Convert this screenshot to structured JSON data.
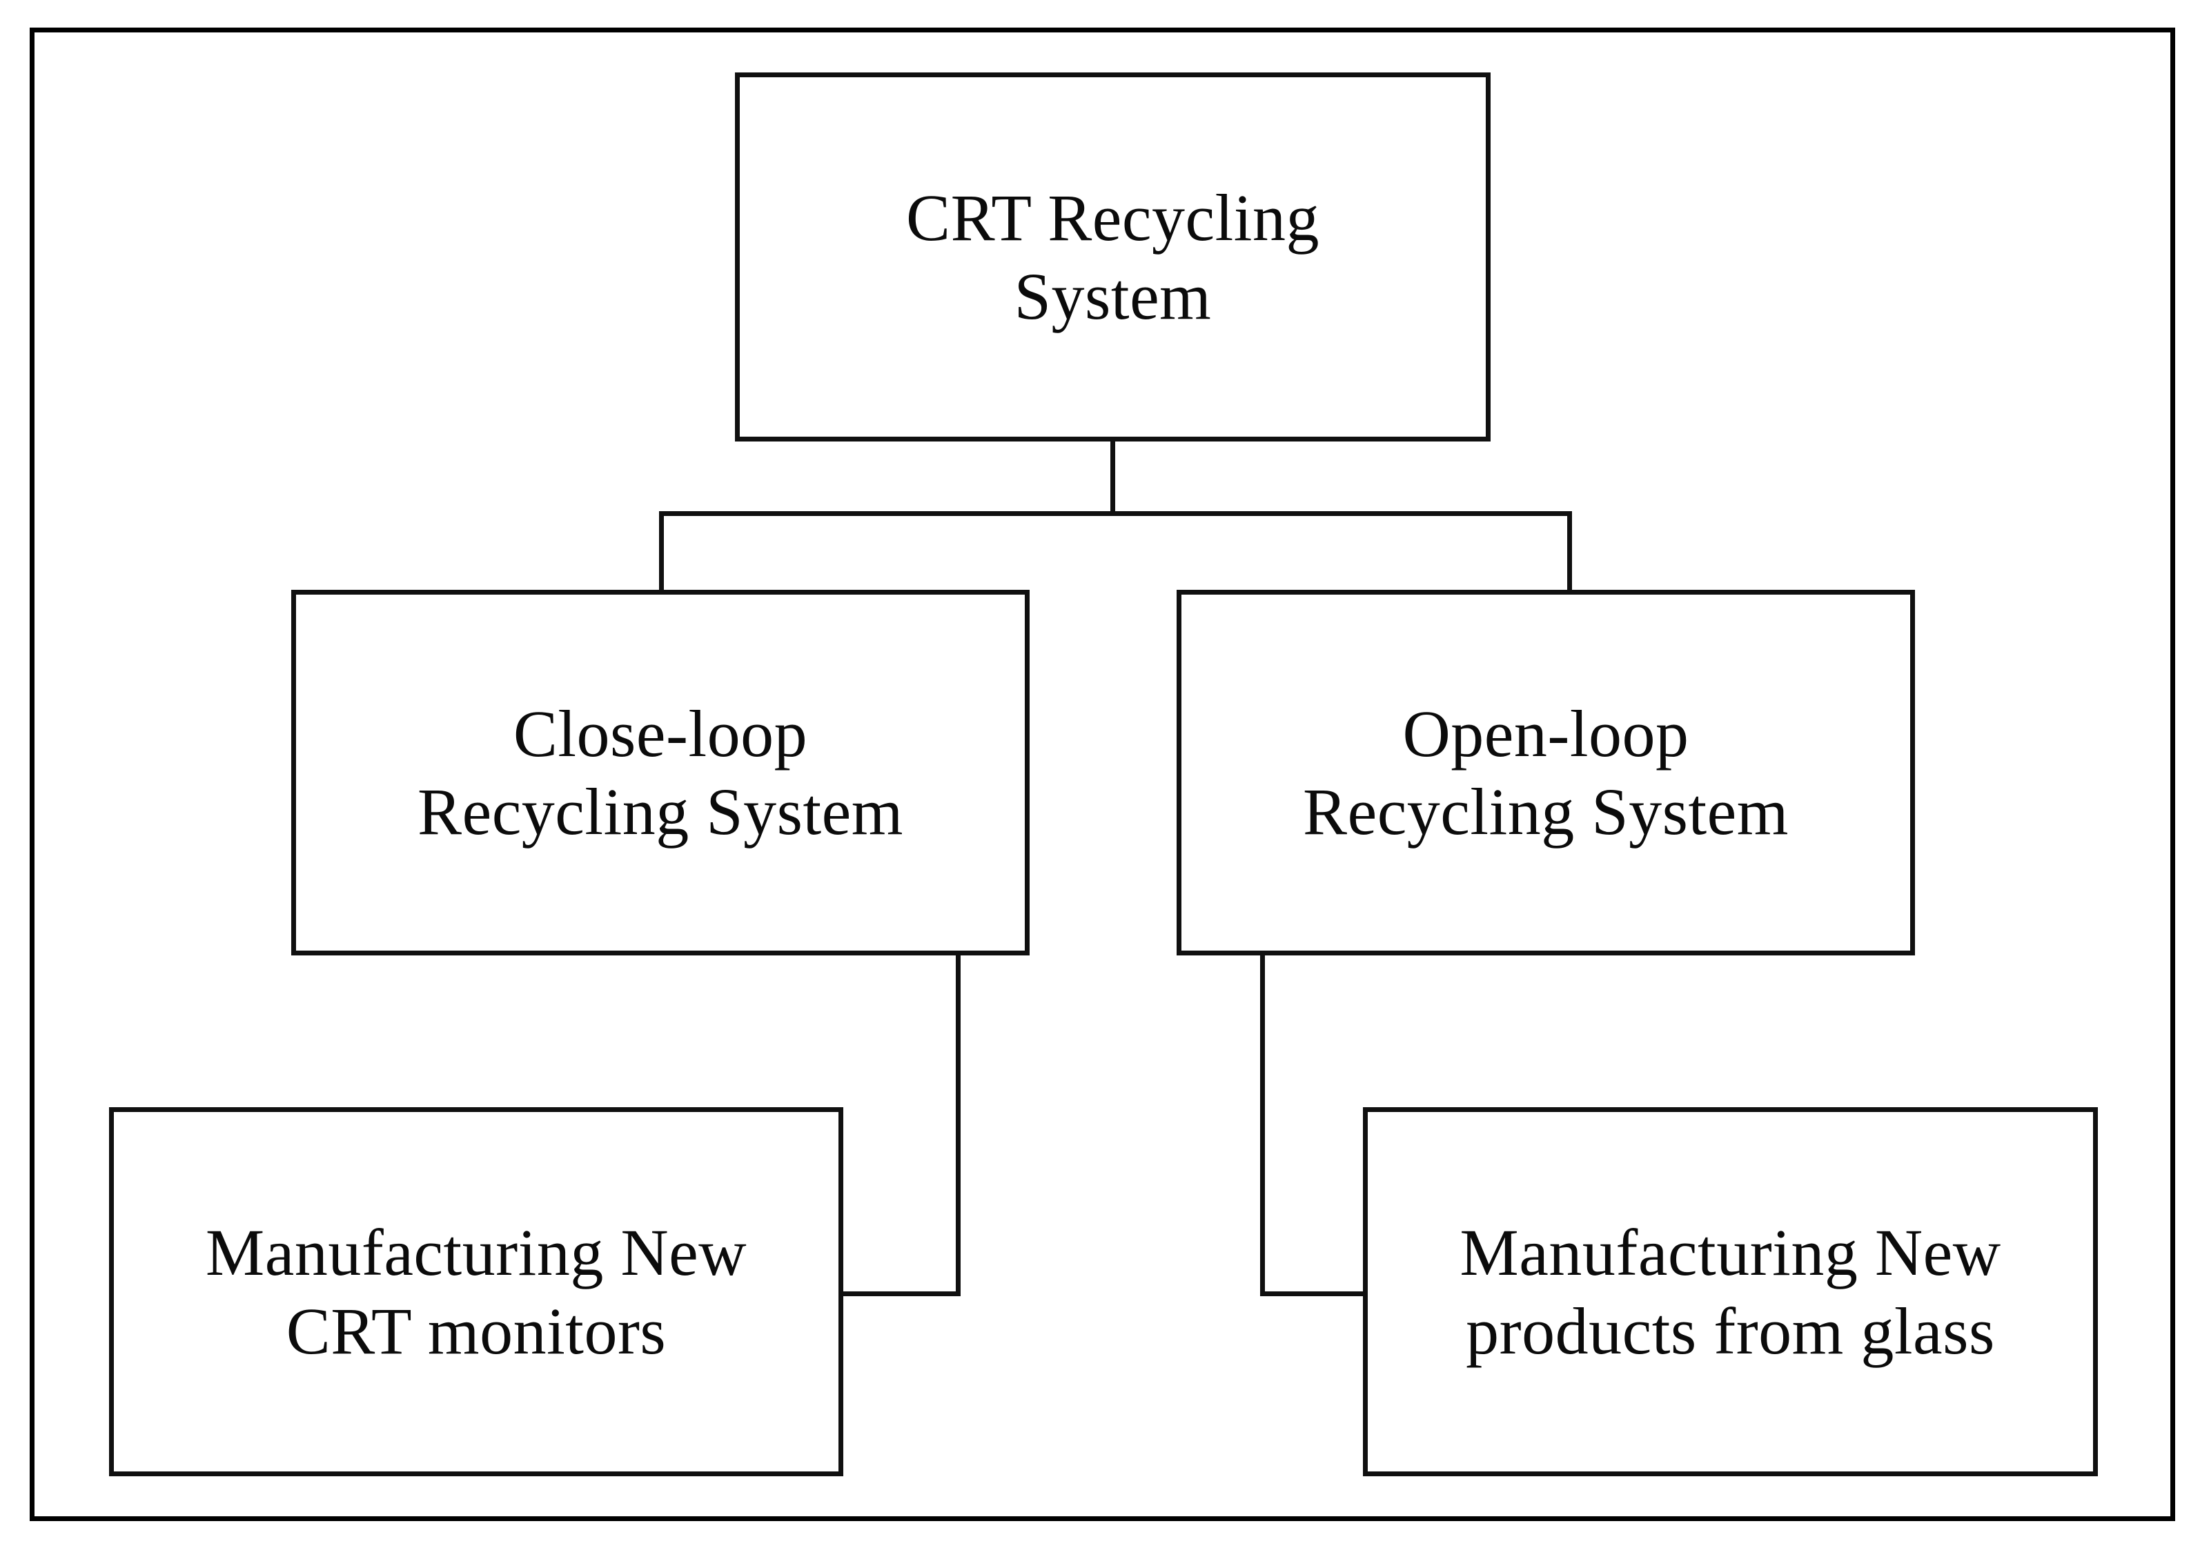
{
  "diagram": {
    "type": "hierarchy-tree",
    "title": "CRT Recycling System",
    "frame": {
      "border_color": "#000000",
      "background": "#ffffff"
    },
    "line_color": "#101010",
    "text_color": "#0b0b0b",
    "nodes": [
      {
        "id": "root",
        "label": "CRT Recycling\nSystem",
        "level": 0
      },
      {
        "id": "closed-loop",
        "label": "Close-loop\nRecycling  System",
        "level": 1
      },
      {
        "id": "open-loop",
        "label": "Open-loop\nRecycling  System",
        "level": 1
      },
      {
        "id": "new-crt-monitors",
        "label": "Manufacturing New\nCRT monitors",
        "level": 2
      },
      {
        "id": "new-products-glass",
        "label": "Manufacturing New\nproducts from glass",
        "level": 2
      }
    ],
    "edges": [
      {
        "from": "root",
        "to": "closed-loop"
      },
      {
        "from": "root",
        "to": "open-loop"
      },
      {
        "from": "closed-loop",
        "to": "new-crt-monitors"
      },
      {
        "from": "open-loop",
        "to": "new-products-glass"
      }
    ]
  }
}
